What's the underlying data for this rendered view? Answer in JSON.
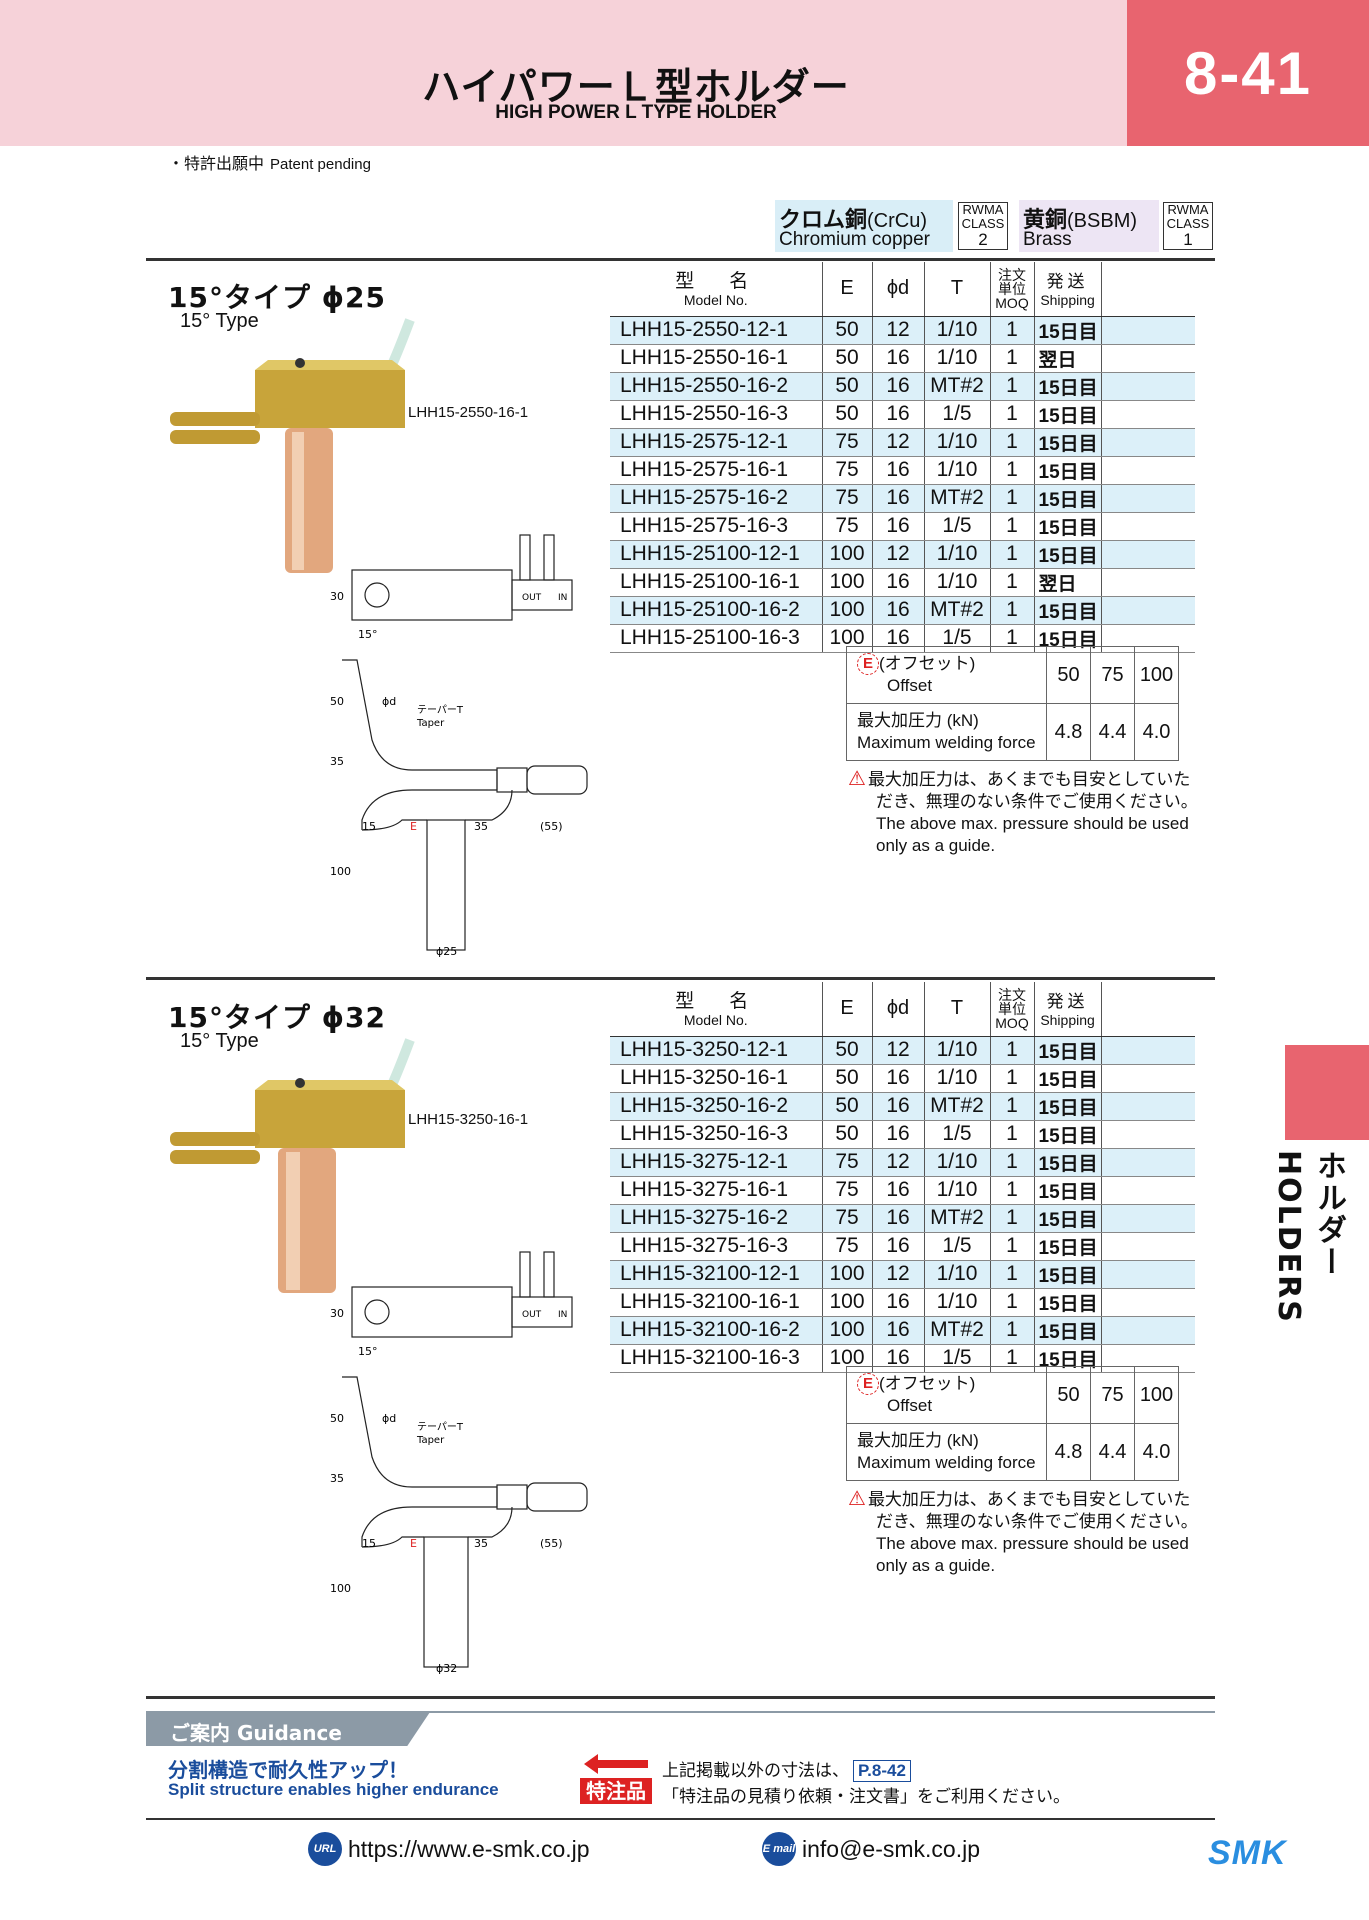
{
  "header": {
    "title_jp": "ハイパワーＬ型ホルダー",
    "title_en": "HIGH POWER L TYPE HOLDER",
    "page": "8-41"
  },
  "patent": {
    "jp": "・特許出願中",
    "en": "Patent pending"
  },
  "materials": [
    {
      "jp": "クロム銅",
      "code": "(CrCu)",
      "en": "Chromium copper",
      "rwma": "RWMA",
      "cls": "CLASS",
      "num": "2"
    },
    {
      "jp": "黄銅",
      "code": "(BSBM)",
      "en": "Brass",
      "rwma": "RWMA",
      "cls": "CLASS",
      "num": "1"
    }
  ],
  "columns": {
    "model_jp": "型　名",
    "model_en": "Model No.",
    "e": "E",
    "d": "ϕd",
    "t": "T",
    "moq_jp1": "注文",
    "moq_jp2": "単位",
    "moq_en": "MOQ",
    "ship_jp": "発送",
    "ship_en": "Shipping"
  },
  "sections": [
    {
      "title": "15°タイプ ϕ25",
      "sub": "15° Type",
      "model_ref": "LHH15-2550-16-1",
      "dia_label": "ϕ25",
      "rows": [
        [
          "LHH15-2550-12-1",
          "50",
          "12",
          "1/10",
          "1",
          "15日目"
        ],
        [
          "LHH15-2550-16-1",
          "50",
          "16",
          "1/10",
          "1",
          "翌日"
        ],
        [
          "LHH15-2550-16-2",
          "50",
          "16",
          "MT#2",
          "1",
          "15日目"
        ],
        [
          "LHH15-2550-16-3",
          "50",
          "16",
          "1/5",
          "1",
          "15日目"
        ],
        [
          "LHH15-2575-12-1",
          "75",
          "12",
          "1/10",
          "1",
          "15日目"
        ],
        [
          "LHH15-2575-16-1",
          "75",
          "16",
          "1/10",
          "1",
          "15日目"
        ],
        [
          "LHH15-2575-16-2",
          "75",
          "16",
          "MT#2",
          "1",
          "15日目"
        ],
        [
          "LHH15-2575-16-3",
          "75",
          "16",
          "1/5",
          "1",
          "15日目"
        ],
        [
          "LHH15-25100-12-1",
          "100",
          "12",
          "1/10",
          "1",
          "15日目"
        ],
        [
          "LHH15-25100-16-1",
          "100",
          "16",
          "1/10",
          "1",
          "翌日"
        ],
        [
          "LHH15-25100-16-2",
          "100",
          "16",
          "MT#2",
          "1",
          "15日目"
        ],
        [
          "LHH15-25100-16-3",
          "100",
          "16",
          "1/5",
          "1",
          "15日目"
        ]
      ]
    },
    {
      "title": "15°タイプ ϕ32",
      "sub": "15° Type",
      "model_ref": "LHH15-3250-16-1",
      "dia_label": "ϕ32",
      "rows": [
        [
          "LHH15-3250-12-1",
          "50",
          "12",
          "1/10",
          "1",
          "15日目"
        ],
        [
          "LHH15-3250-16-1",
          "50",
          "16",
          "1/10",
          "1",
          "15日目"
        ],
        [
          "LHH15-3250-16-2",
          "50",
          "16",
          "MT#2",
          "1",
          "15日目"
        ],
        [
          "LHH15-3250-16-3",
          "50",
          "16",
          "1/5",
          "1",
          "15日目"
        ],
        [
          "LHH15-3275-12-1",
          "75",
          "12",
          "1/10",
          "1",
          "15日目"
        ],
        [
          "LHH15-3275-16-1",
          "75",
          "16",
          "1/10",
          "1",
          "15日目"
        ],
        [
          "LHH15-3275-16-2",
          "75",
          "16",
          "MT#2",
          "1",
          "15日目"
        ],
        [
          "LHH15-3275-16-3",
          "75",
          "16",
          "1/5",
          "1",
          "15日目"
        ],
        [
          "LHH15-32100-12-1",
          "100",
          "12",
          "1/10",
          "1",
          "15日目"
        ],
        [
          "LHH15-32100-16-1",
          "100",
          "16",
          "1/10",
          "1",
          "15日目"
        ],
        [
          "LHH15-32100-16-2",
          "100",
          "16",
          "MT#2",
          "1",
          "15日目"
        ],
        [
          "LHH15-32100-16-3",
          "100",
          "16",
          "1/5",
          "1",
          "15日目"
        ]
      ]
    }
  ],
  "offset": {
    "e": "E",
    "jp": "(オフセット)",
    "en": "Offset",
    "vals": [
      "50",
      "75",
      "100"
    ],
    "force_jp": "最大加圧力 (kN)",
    "force_en": "Maximum welding force",
    "forces": [
      "4.8",
      "4.4",
      "4.0"
    ]
  },
  "warning": {
    "l1": "最大加圧力は、あくまでも目安としていた",
    "l2": "だき、無理のない条件でご使用ください。",
    "l3": "The above max. pressure should be used",
    "l4": "only as a guide."
  },
  "drawing": {
    "d30": "30",
    "d15deg": "15°",
    "d50": "50",
    "d35": "35",
    "d100": "100",
    "d15": "15",
    "e": "E",
    "d35b": "35",
    "d55": "(55)",
    "phid": "ϕd",
    "taper_jp": "テーパーT",
    "taper_en": "Taper",
    "out": "OUT",
    "in": "IN"
  },
  "side": {
    "text": "ホルダー HOLDERS"
  },
  "guidance": {
    "tag": "ご案内 Guidance",
    "jp": "分割構造で耐久性アップ！",
    "en": "Split structure enables higher endurance",
    "special": "特注品",
    "r1": "上記掲載以外の寸法は、",
    "ref": "P.8-42",
    "r2": "「特注品の見積り依頼・注文書」をご利用ください。"
  },
  "footer": {
    "url_icon": "URL",
    "url": "https://www.e-smk.co.jp",
    "mail_icon": "E mail",
    "mail": "info@e-smk.co.jp",
    "logo": "SMK"
  }
}
